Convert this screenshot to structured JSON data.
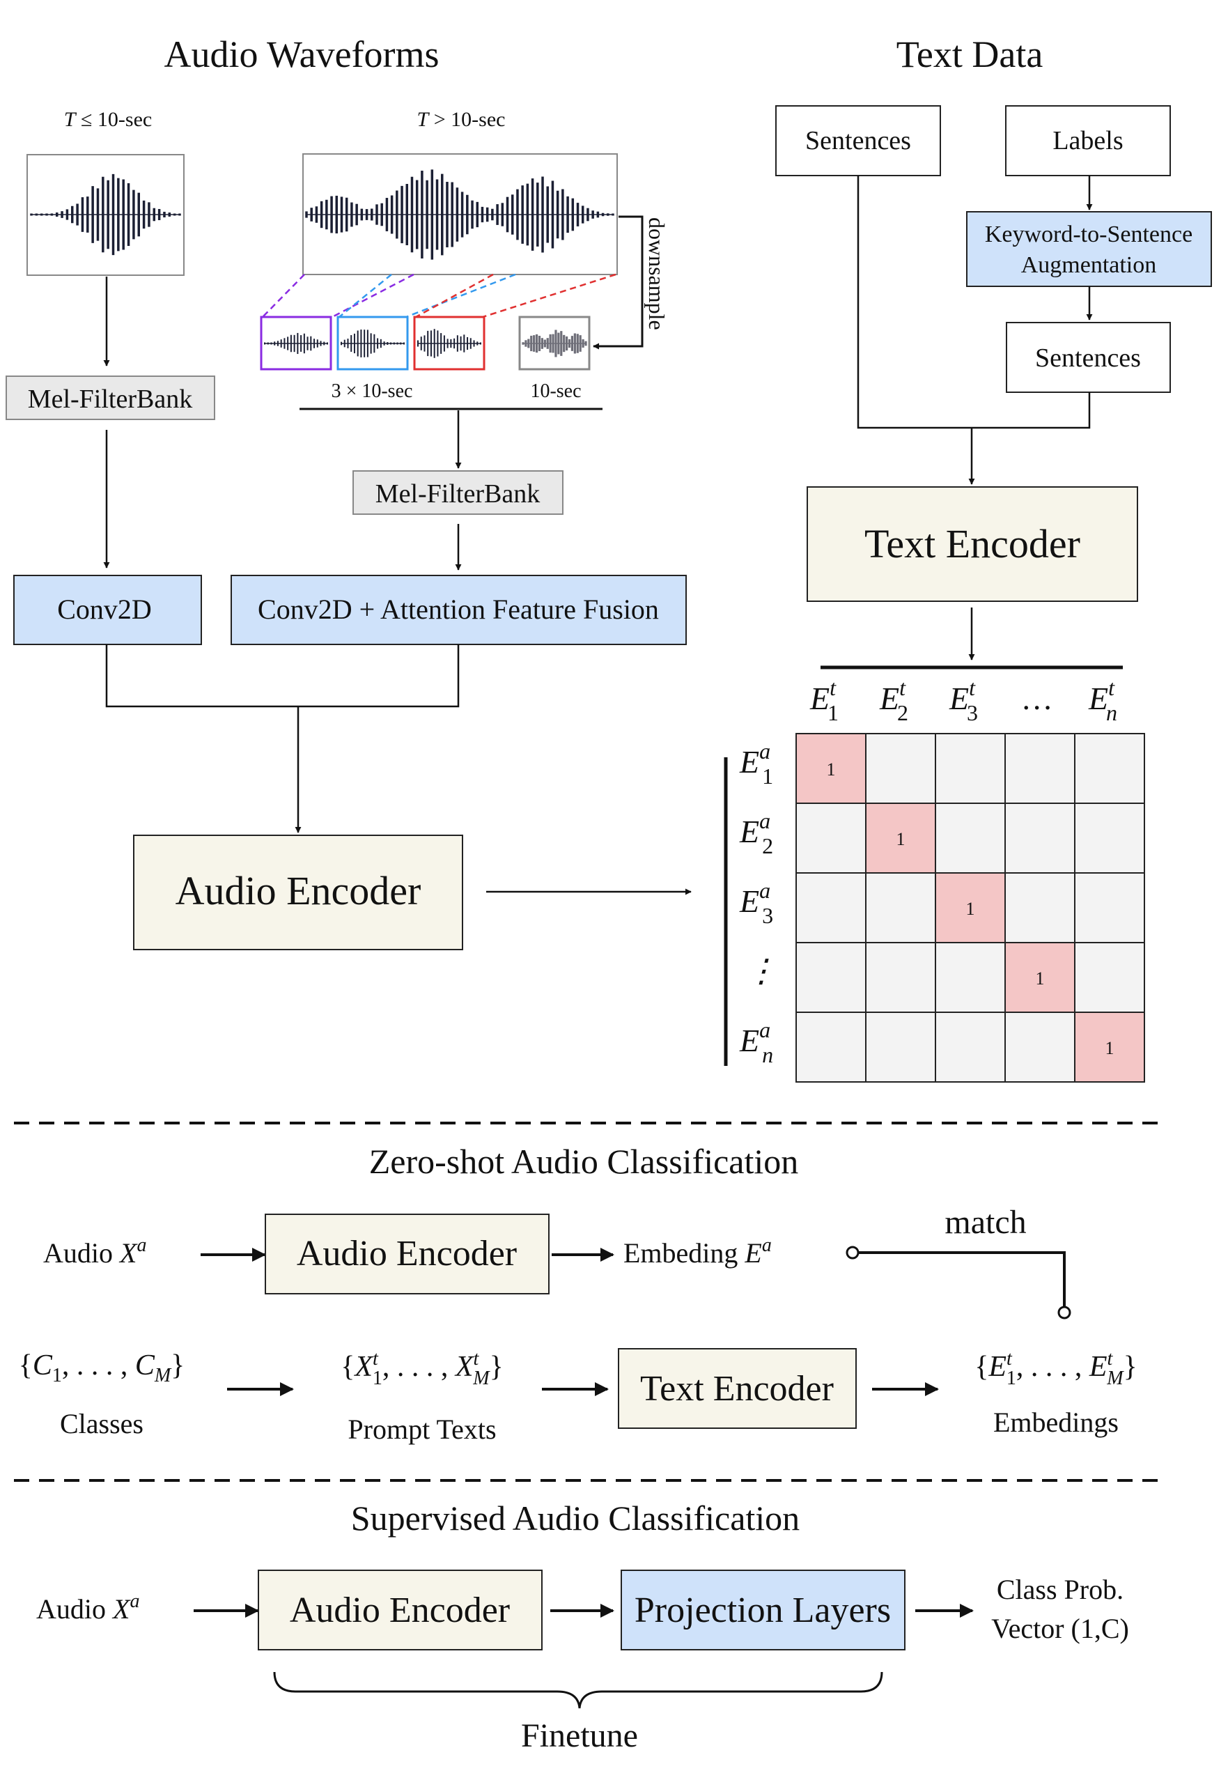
{
  "audio_waveforms": {
    "title": "Audio Waveforms",
    "short": {
      "cond_pre": "T",
      "cond_post": " ≤ 10-sec"
    },
    "long": {
      "cond_pre": "T",
      "cond_post": " > 10-sec",
      "downsample": "downsample",
      "segments_label": "3 × 10-sec",
      "global_label": "10-sec"
    },
    "left_filterbank": "Mel-FilterBank",
    "right_filterbank": "Mel-FilterBank",
    "left_conv": "Conv2D",
    "right_conv": "Conv2D + Attention Feature Fusion",
    "audio_encoder": "Audio Encoder",
    "segment_colors": [
      "#8a2be2",
      "#3399ee",
      "#e03030"
    ]
  },
  "text_data": {
    "title": "Text Data",
    "sentences_top": "Sentences",
    "labels": "Labels",
    "augmentation_line1": "Keyword-to-Sentence",
    "augmentation_line2": "Augmentation",
    "sentences_bottom": "Sentences",
    "text_encoder": "Text Encoder"
  },
  "matrix": {
    "col_headers": [
      {
        "base": "E",
        "sup": "t",
        "sub": "1"
      },
      {
        "base": "E",
        "sup": "t",
        "sub": "2"
      },
      {
        "base": "E",
        "sup": "t",
        "sub": "3"
      },
      {
        "base": "…",
        "sup": "",
        "sub": ""
      },
      {
        "base": "E",
        "sup": "t",
        "sub": "n"
      }
    ],
    "row_headers": [
      {
        "base": "E",
        "sup": "a",
        "sub": "1"
      },
      {
        "base": "E",
        "sup": "a",
        "sub": "2"
      },
      {
        "base": "E",
        "sup": "a",
        "sub": "3"
      },
      {
        "base": "⋮",
        "sup": "",
        "sub": ""
      },
      {
        "base": "E",
        "sup": "a",
        "sub": "n"
      }
    ],
    "diagonal_value": "1",
    "cell_color": "#f3f3f3",
    "diag_color": "#f4c6c6"
  },
  "zero_shot": {
    "title": "Zero-shot Audio Classification",
    "audio_input": {
      "pre": "Audio ",
      "base": "X",
      "sup": "a"
    },
    "audio_encoder": "Audio Encoder",
    "embedding": {
      "pre": "Embeding ",
      "base": "E",
      "sup": "a"
    },
    "match": "match",
    "classes_expr": "{C1, . . . , CM}",
    "classes": "Classes",
    "prompt_expr": "{X1t, . . . , XMt}",
    "prompt_texts": "Prompt Texts",
    "text_encoder": "Text Encoder",
    "embeddings_expr": "{E1t, . . . , EMt}",
    "embedings": "Embedings"
  },
  "supervised": {
    "title": "Supervised Audio Classification",
    "audio_input": {
      "pre": "Audio ",
      "base": "X",
      "sup": "a"
    },
    "audio_encoder": "Audio Encoder",
    "projection": "Projection Layers",
    "output_line1": "Class Prob.",
    "output_line2": "Vector (1,C)",
    "finetune": "Finetune"
  },
  "colors": {
    "blue_box": "#cfe2fa",
    "beige_box": "#f7f5ea",
    "gray_box": "#e9e9e9"
  }
}
